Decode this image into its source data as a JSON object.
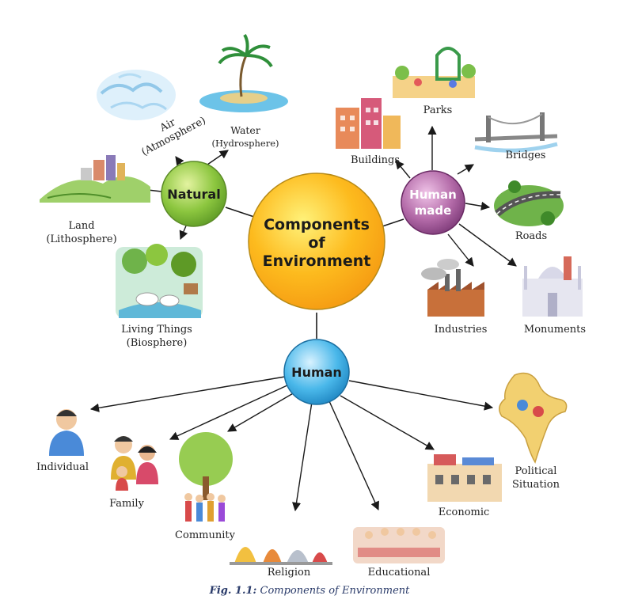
{
  "center": {
    "line1": "Components",
    "line2": "of",
    "line3": "Environment"
  },
  "natural": {
    "label": "Natural",
    "children": {
      "air": {
        "line1": "Air",
        "line2": "(Atmosphere)"
      },
      "water": {
        "line1": "Water",
        "line2": "(Hydrosphere)"
      },
      "land": {
        "line1": "Land",
        "line2": "(Lithosphere)"
      },
      "living": {
        "line1": "Living Things",
        "line2": "(Biosphere)"
      }
    }
  },
  "human_made": {
    "line1": "Human",
    "line2": "made",
    "children": {
      "parks": "Parks",
      "buildings": "Buildings",
      "bridges": "Bridges",
      "roads": "Roads",
      "industries": "Industries",
      "monuments": "Monuments"
    }
  },
  "human": {
    "label": "Human",
    "children": {
      "individual": "Individual",
      "family": "Family",
      "community": "Community",
      "religion": "Religion",
      "educational": "Educational",
      "economic": "Economic",
      "political": {
        "line1": "Political",
        "line2": "Situation"
      }
    }
  },
  "caption": {
    "prefix": "Fig. 1.1:",
    "text": " Components of Environment"
  },
  "colors": {
    "center": "#fdbb1e",
    "natural": "#8cc63f",
    "human_made": "#a9559c",
    "human": "#3fb0e3",
    "arrow": "#1a1a1a"
  }
}
